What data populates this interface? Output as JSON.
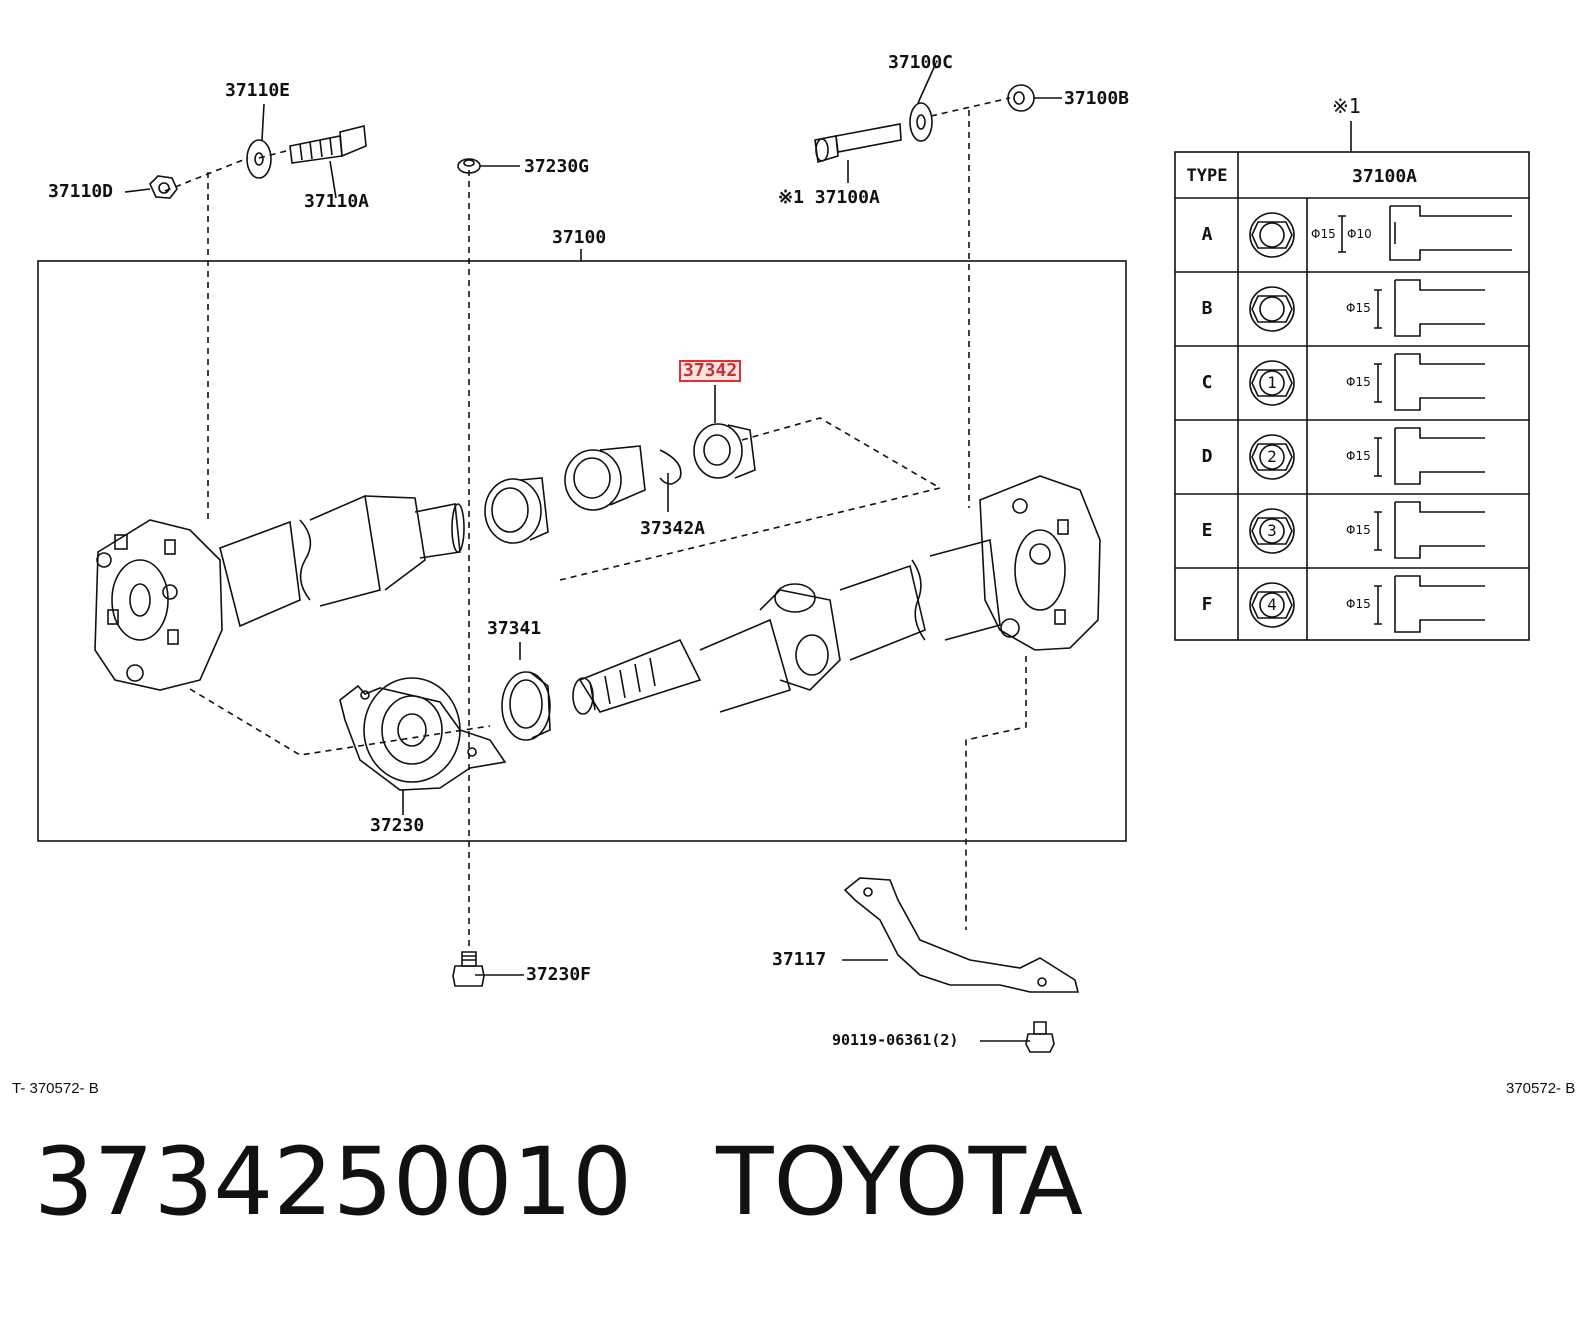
{
  "callouts": {
    "p37110E": "37110E",
    "p37110D": "37110D",
    "p37110A": "37110A",
    "p37230G": "37230G",
    "p37100C": "37100C",
    "p37100B": "37100B",
    "p37100A": "※1 37100A",
    "p37100": "37100",
    "p37342": "37342",
    "p37342A": "37342A",
    "p37341": "37341",
    "p37230": "37230",
    "p37230F": "37230F",
    "p37117": "37117",
    "p90119": "90119-06361(2)"
  },
  "table": {
    "note": "※1",
    "header_type": "TYPE",
    "header_part": "37100A",
    "rows": [
      {
        "type": "A",
        "marking": "",
        "dims": [
          "Φ15",
          "Φ10"
        ]
      },
      {
        "type": "B",
        "marking": "",
        "dims": [
          "Φ15"
        ]
      },
      {
        "type": "C",
        "marking": "1",
        "dims": [
          "Φ15"
        ]
      },
      {
        "type": "D",
        "marking": "2",
        "dims": [
          "Φ15"
        ]
      },
      {
        "type": "E",
        "marking": "3",
        "dims": [
          "Φ15"
        ]
      },
      {
        "type": "F",
        "marking": "4",
        "dims": [
          "Φ15"
        ]
      }
    ]
  },
  "corner_left": "T- 370572- B",
  "corner_right": "370572- B",
  "footer": {
    "part_number": "3734250010",
    "brand": "TOYOTA"
  },
  "colors": {
    "highlight": "#e03030",
    "line": "#111111"
  }
}
